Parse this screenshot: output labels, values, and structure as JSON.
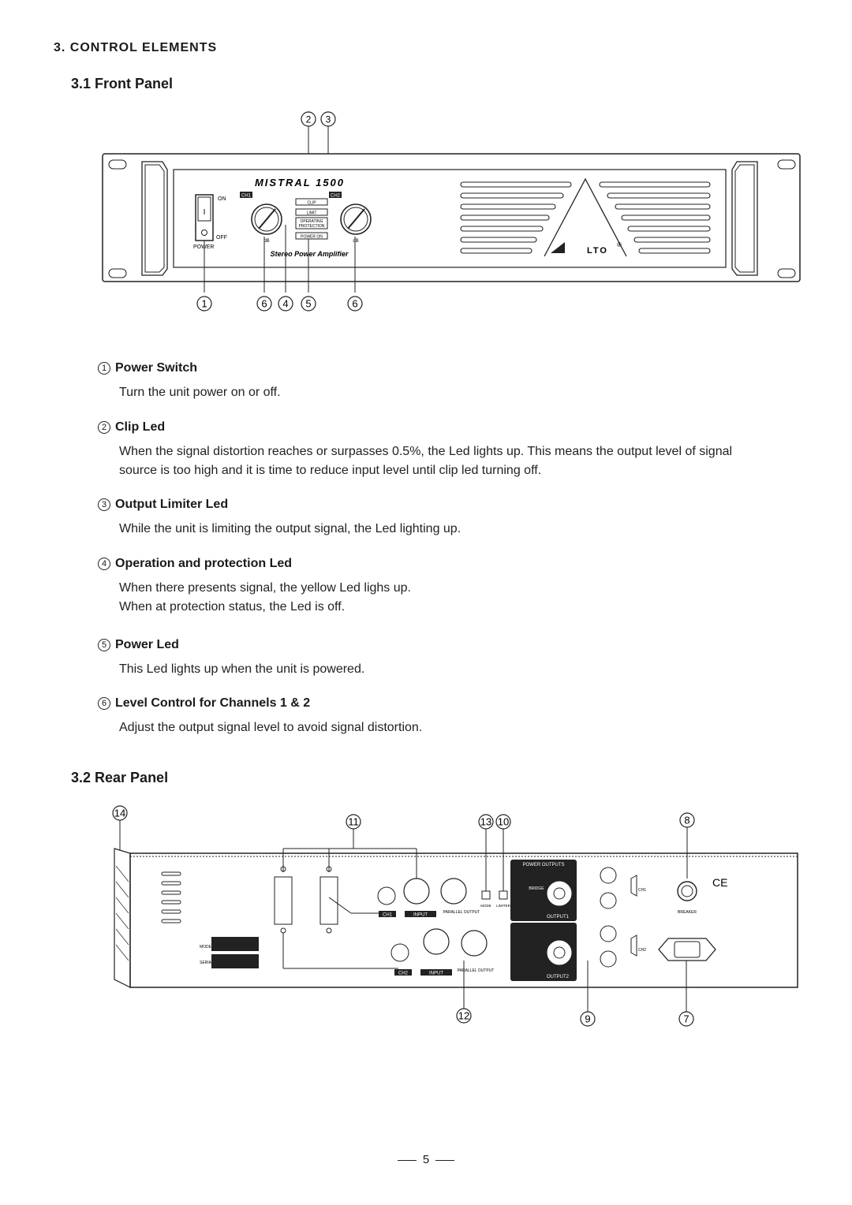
{
  "section_title": "3. CONTROL ELEMENTS",
  "front_panel": {
    "heading": "3.1 Front Panel",
    "callouts_top": [
      "2",
      "3"
    ],
    "callouts_bottom": [
      "1",
      "6",
      "4",
      "5",
      "6"
    ],
    "device": {
      "model": "MISTRAL 1500",
      "subtitle": "Stereo Power Amplifier",
      "brand": "LTO",
      "ch1": "CH1",
      "ch2": "CH2",
      "on": "ON",
      "off": "OFF",
      "power": "POWER",
      "clip": "CLIP",
      "limit": "LIMIT",
      "operating": "OPERATING",
      "protection": "PROTECTION",
      "power_on": "POWER ON",
      "db": "dB",
      "switch_mark": "I"
    }
  },
  "items": [
    {
      "num": "1",
      "title": "Power Switch",
      "lines": [
        "Turn the unit power on or off."
      ]
    },
    {
      "num": "2",
      "title": "Clip Led",
      "lines": [
        "When the signal distortion reaches or surpasses 0.5%, the Led lights up. This means the output level of signal",
        "source is too high and it is time to reduce input level until clip led turning off."
      ]
    },
    {
      "num": "3",
      "title": "Output Limiter Led",
      "lines": [
        "While the unit is limiting the output signal, the Led lighting up."
      ]
    },
    {
      "num": "4",
      "title": "Operation and protection Led",
      "lines": [
        "When there presents signal, the yellow Led lighs up.",
        "When at protection status, the Led is off."
      ]
    },
    {
      "num": "5",
      "title": "Power Led",
      "lines": [
        "This Led lights up when the unit is powered."
      ]
    },
    {
      "num": "6",
      "title": "Level Control for Channels 1 & 2",
      "lines": [
        "Adjust the output signal level to avoid signal distortion."
      ]
    }
  ],
  "rear_panel": {
    "heading": "3.2 Rear Panel",
    "callouts": {
      "c14": "14",
      "c11": "11",
      "c13": "13",
      "c10": "10",
      "c8": "8",
      "c12": "12",
      "c9": "9",
      "c7": "7"
    },
    "labels": {
      "power_outputs": "POWER OUTPUTS",
      "output1": "OUTPUT1",
      "output2": "OUTPUT2",
      "input": "INPUT",
      "ch1": "CH1",
      "ch2": "CH2",
      "parallel_output": "PARALLEL OUTPUT",
      "mode": "MODE",
      "limiter": "LIMITER",
      "bridge": "BRIDGE",
      "breaker": "BREAKER",
      "model": "MODEL",
      "serial": "SERIAL",
      "ce": "CE"
    }
  },
  "page_number": "5"
}
